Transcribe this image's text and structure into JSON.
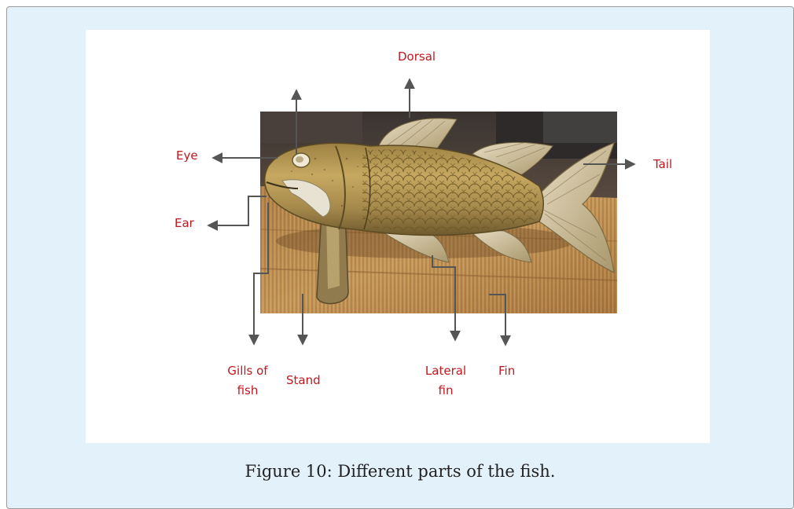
{
  "labels": {
    "dorsal": "Dorsal",
    "eye": "Eye",
    "tail": "Tail",
    "ear": "Ear",
    "gills_line1": "Gills of",
    "gills_line2": "fish",
    "stand": "Stand",
    "lateral_line1": "Lateral",
    "lateral_line2": "fin",
    "fin": "Fin"
  },
  "caption": "Figure 10: Different parts of the fish.",
  "colors": {
    "label": "#c0181e",
    "arrow": "#555555",
    "frame_background": "#e3f1fb",
    "panel_background": "#ffffff"
  }
}
